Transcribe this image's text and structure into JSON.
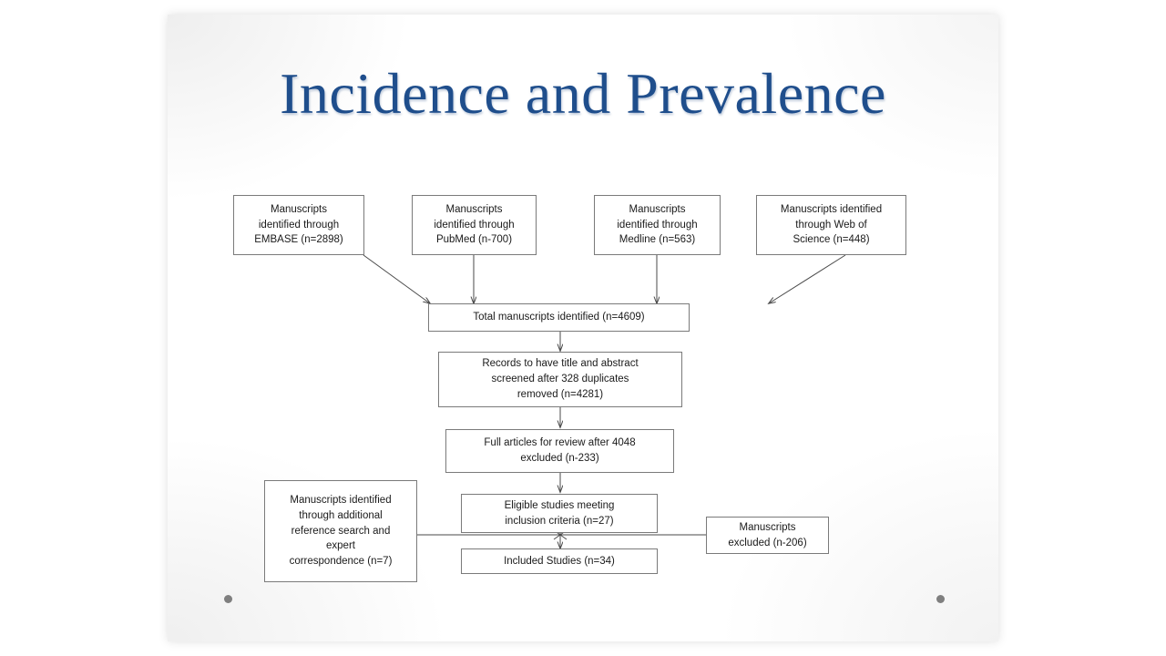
{
  "slide": {
    "title": "Incidence and Prevalence",
    "title_color": "#1f4e8c",
    "background_color": "#ffffff",
    "decorative_dot_color": "#7f7f7f"
  },
  "chart_data": {
    "type": "diagram",
    "diagram_kind": "prisma-flow-chart",
    "title": "Incidence and Prevalence",
    "nodes": [
      {
        "id": "embase",
        "label": "Manuscripts identified through EMBASE (n=2898)",
        "n": 2898
      },
      {
        "id": "pubmed",
        "label": "Manuscripts identified through PubMed (n-700)",
        "n": 700
      },
      {
        "id": "medline",
        "label": "Manuscripts identified through Medline (n=563)",
        "n": 563
      },
      {
        "id": "webofscience",
        "label": "Manuscripts identified through Web of Science (n=448)",
        "n": 448
      },
      {
        "id": "total",
        "label": "Total manuscripts identified (n=4609)",
        "n": 4609
      },
      {
        "id": "screened",
        "label": "Records to have title and abstract screened after 328 duplicates removed (n=4281)",
        "n": 4281
      },
      {
        "id": "fulltext",
        "label": "Full articles for review after 4048 excluded (n-233)",
        "n": 233
      },
      {
        "id": "additional",
        "label": "Manuscripts identified through additional reference search and expert correspondence (n=7)",
        "n": 7
      },
      {
        "id": "eligible",
        "label": "Eligible studies meeting inclusion criteria (n=27)",
        "n": 27
      },
      {
        "id": "excluded",
        "label": "Manuscripts excluded (n-206)",
        "n": 206
      },
      {
        "id": "included",
        "label": "Included Studies (n=34)",
        "n": 34
      }
    ],
    "edges": [
      {
        "from": "embase",
        "to": "total"
      },
      {
        "from": "pubmed",
        "to": "total"
      },
      {
        "from": "medline",
        "to": "total"
      },
      {
        "from": "webofscience",
        "to": "total"
      },
      {
        "from": "total",
        "to": "screened"
      },
      {
        "from": "screened",
        "to": "fulltext"
      },
      {
        "from": "fulltext",
        "to": "eligible"
      },
      {
        "from": "eligible",
        "to": "included"
      },
      {
        "from": "additional",
        "to": "included"
      },
      {
        "from": "eligible",
        "to": "excluded"
      }
    ]
  },
  "boxes": {
    "embase": {
      "line1": "Manuscripts",
      "line2": "identified through",
      "line3": "EMBASE (n=2898)"
    },
    "pubmed": {
      "line1": "Manuscripts",
      "line2": "identified through",
      "line3": "PubMed (n-700)"
    },
    "medline": {
      "line1": "Manuscripts",
      "line2": "identified through",
      "line3": "Medline (n=563)"
    },
    "webofscience": {
      "line1": "Manuscripts identified",
      "line2": "through Web of",
      "line3": "Science (n=448)"
    },
    "total": {
      "line1": "Total manuscripts identified (n=4609)"
    },
    "screened": {
      "line1": "Records to have title and abstract",
      "line2": "screened after 328 duplicates",
      "line3": "removed (n=4281)"
    },
    "fulltext": {
      "line1": "Full articles for review after 4048",
      "line2": "excluded (n-233)"
    },
    "additional": {
      "line1": "Manuscripts identified",
      "line2": "through additional",
      "line3": "reference search and",
      "line4": "expert",
      "line5": "correspondence (n=7)"
    },
    "eligible": {
      "line1": "Eligible  studies meeting",
      "line2": "inclusion criteria (n=27)"
    },
    "excluded": {
      "line1": "Manuscripts",
      "line2": "excluded (n-206)"
    },
    "included": {
      "line1": "Included Studies (n=34)"
    }
  }
}
